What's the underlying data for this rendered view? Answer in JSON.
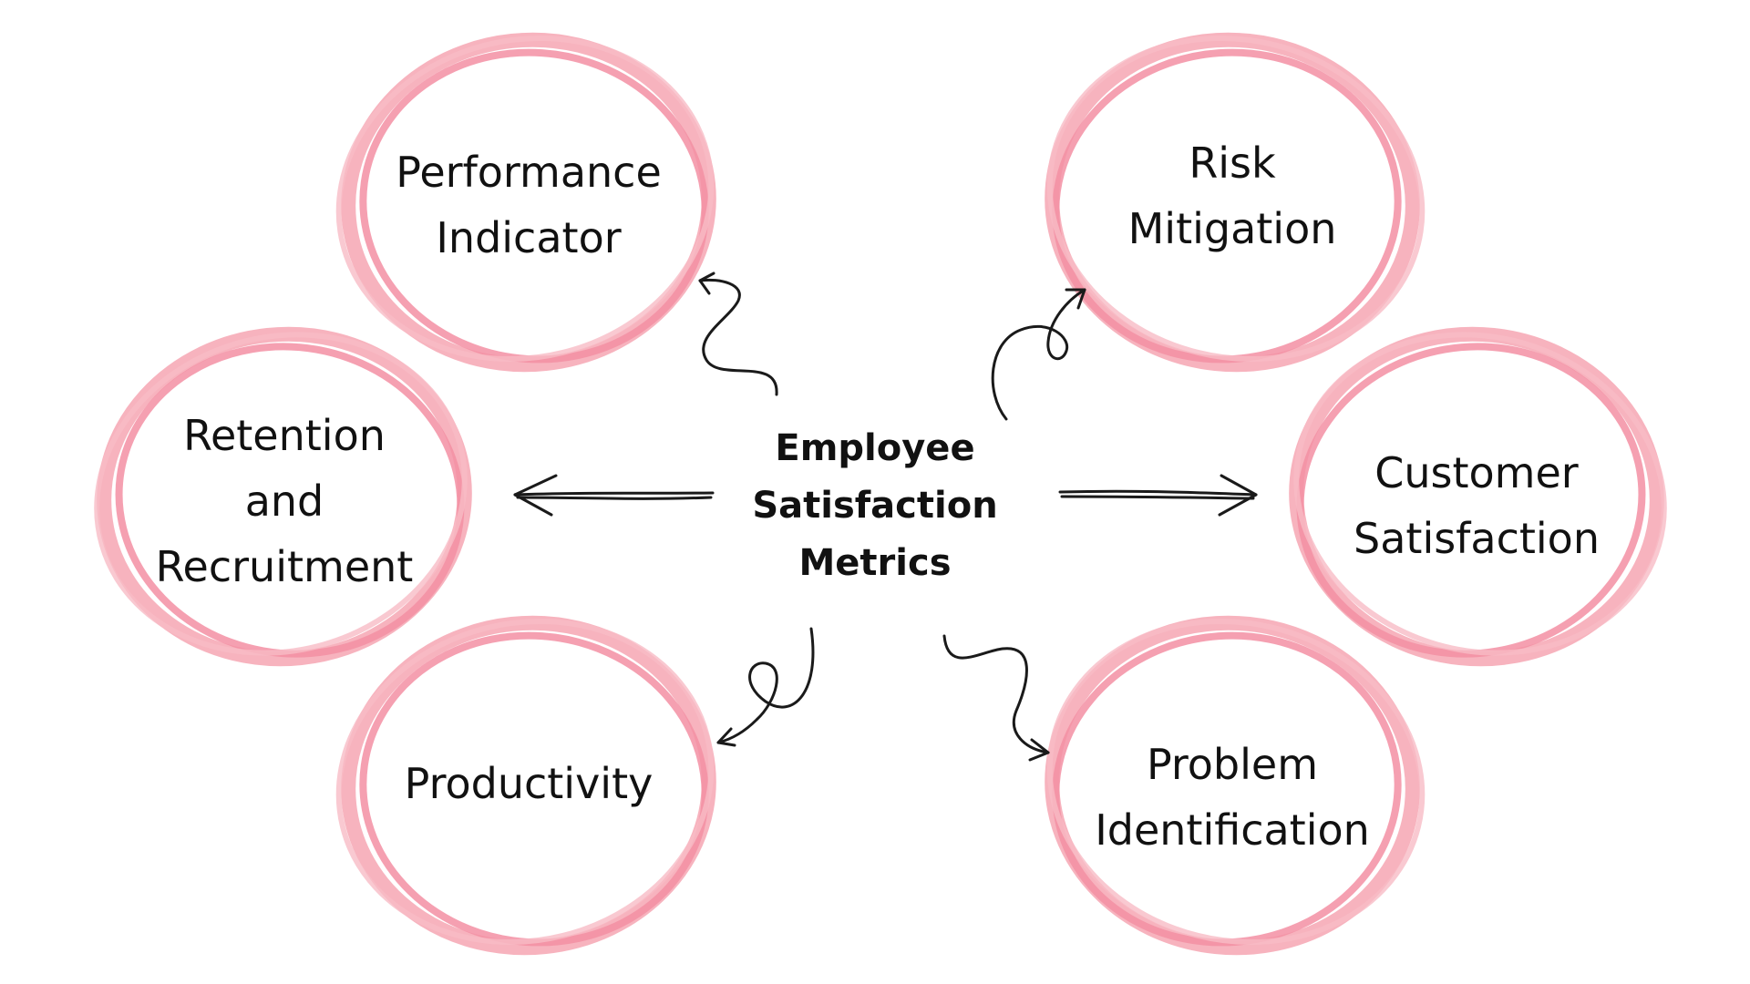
{
  "diagram": {
    "center": {
      "lines": [
        "Employee",
        "Satisfaction",
        "Metrics"
      ]
    },
    "nodes": [
      {
        "id": "performance-indicator",
        "lines": [
          "Performance",
          "Indicator"
        ]
      },
      {
        "id": "retention-and-recruitment",
        "lines": [
          "Retention",
          "and",
          "Recruitment"
        ]
      },
      {
        "id": "productivity",
        "lines": [
          "Productivity"
        ]
      },
      {
        "id": "risk-mitigation",
        "lines": [
          "Risk",
          "Mitigation"
        ]
      },
      {
        "id": "customer-satisfaction",
        "lines": [
          "Customer",
          "Satisfaction"
        ]
      },
      {
        "id": "problem-identification",
        "lines": [
          "Problem",
          "Identification"
        ]
      }
    ],
    "colors": {
      "ring_light": "#f6adb9",
      "ring_dark": "#f38fa3",
      "arrow": "#1a1a1a",
      "text": "#111111"
    }
  }
}
